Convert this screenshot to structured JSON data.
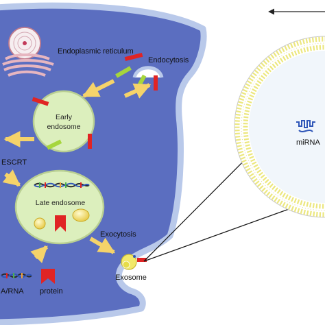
{
  "labels": {
    "endoplasmic_reticulum": "Endoplasmic reticulum",
    "endocytosis": "Endocytosis",
    "early_endosome_line1": "Early",
    "early_endosome_line2": "endosome",
    "escrt": "ESCRT",
    "late_endosome": "Late endosome",
    "exocytosis": "Exocytosis",
    "exosome": "Exosome",
    "dna_rna": "A/RNA",
    "protein": "protein",
    "mirna": "miRNA"
  },
  "colors": {
    "cell_fill": "#5b6ec0",
    "cell_border": "#b9c9ea",
    "vesicle_fill": "#dcefbd",
    "vesicle_border": "#b9cf92",
    "arrow": "#f5d36a",
    "receptor_red": "#e02424",
    "receptor_green": "#a6d63c",
    "membrane_bead": "#f0ec8f",
    "mirna_blue": "#2f56b8",
    "protein_red": "#e02424",
    "lipid_yellow": "#f2dc5a"
  },
  "icons": {
    "er": "endoplasmic-reticulum-icon",
    "mirna": "mirna-icon",
    "protein": "protein-icon",
    "dna": "dna-helix-icon"
  }
}
